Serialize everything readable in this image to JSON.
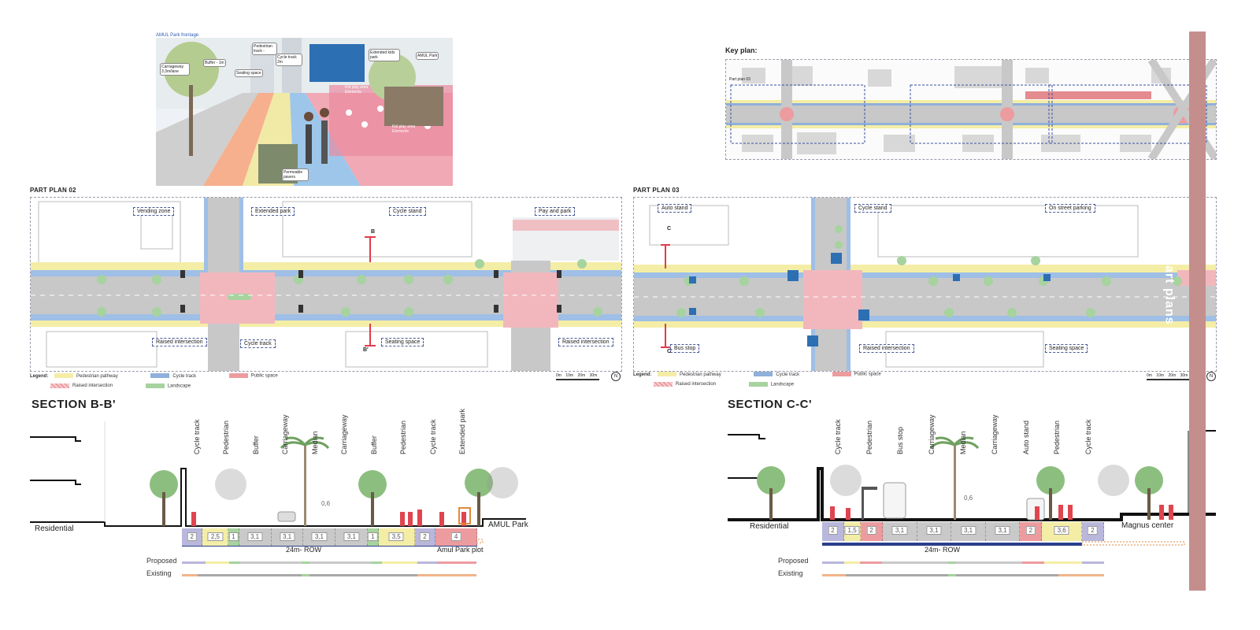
{
  "perspective": {
    "title": "AMUL Park frontage",
    "labels": [
      "Carriageway 3.3m/lane",
      "Buffer - 1m",
      "Seating space",
      "Pedestrian track -",
      "Cycle track 2m",
      "Extended kids park",
      "AMUL Park",
      "Kid play area Elements",
      "Kid play area Elements",
      "Permeable pavers"
    ]
  },
  "keyplan": {
    "title": "Key plan:",
    "subtitle": "Part plan 03"
  },
  "plan02": {
    "title": "PART PLAN 02",
    "tags": {
      "vending": "Vending zone",
      "extended_park": "Extended park",
      "cycle_stand": "Cycle stand",
      "pay_park": "Pay and park",
      "raised1": "Raised intersection",
      "cycle_track": "Cycle track",
      "seating": "Seating space",
      "raised2": "Raised intersection"
    },
    "cut_b": "B",
    "cut_b2": "B'",
    "legend": {
      "title": "Legend:",
      "pedestrian": "Pedestrian pathway",
      "cycle": "Cycle track",
      "public": "Public space",
      "raised": "Raised intersection",
      "landscape": "Landscape"
    },
    "scale": [
      "0m",
      "10m",
      "20m",
      "30m"
    ],
    "north": "N"
  },
  "plan03": {
    "title": "PART PLAN 03",
    "tags": {
      "auto_stand": "Auto stand",
      "cycle_stand": "Cycle stand",
      "street_parking": "On street parking",
      "bus_stop": "Bus stop",
      "raised": "Raised intersection",
      "seating": "Seating space"
    },
    "cut_c": "C",
    "cut_c2": "C'",
    "legend": {
      "title": "Legend:",
      "pedestrian": "Pedestrian pathway",
      "cycle": "Cycle track",
      "public": "Public space",
      "raised": "Raised intersection",
      "landscape": "Landscape"
    },
    "scale": [
      "0m",
      "10m",
      "20m",
      "30m"
    ],
    "north": "N"
  },
  "sectionB": {
    "title": "SECTION B-B'",
    "headers": [
      "Cycle track",
      "Pedestrian",
      "Buffer",
      "Carriageway",
      "Median",
      "Carriageway",
      "Buffer",
      "Pedestrian",
      "Cycle track",
      "Extended park"
    ],
    "left_label": "Residential",
    "right_label": "AMUL Park",
    "median_height": "0,6",
    "segments": [
      {
        "v": "2",
        "c": "#b9b7dc",
        "w": 2
      },
      {
        "v": "2,5",
        "c": "#f4eda6",
        "w": 2.5
      },
      {
        "v": "1",
        "c": "#a6d39e",
        "w": 1
      },
      {
        "v": "3,1",
        "c": "#c9c9c9",
        "w": 3.1
      },
      {
        "v": "3,1",
        "c": "#c9c9c9",
        "w": 3.1
      },
      {
        "v": "3,1",
        "c": "#c9c9c9",
        "w": 3.1
      },
      {
        "v": "3,1",
        "c": "#c9c9c9",
        "w": 3.1
      },
      {
        "v": "1",
        "c": "#a6d39e",
        "w": 1
      },
      {
        "v": "3,5",
        "c": "#f4eda6",
        "w": 3.5
      },
      {
        "v": "2",
        "c": "#b9b7dc",
        "w": 2
      },
      {
        "v": "4",
        "c": "#ec9c9f",
        "w": 4
      }
    ],
    "row_label": "24m- ROW",
    "plot_label": "Amul Park plot",
    "proposed": "Proposed",
    "existing": "Existing"
  },
  "sectionC": {
    "title": "SECTION C-C'",
    "headers": [
      "Cycle track",
      "Pedestrian",
      "Bus stop",
      "Carriageway",
      "Median",
      "Carriageway",
      "Auto stand",
      "Pedestrian",
      "Cycle track"
    ],
    "left_label": "Residential",
    "right_label": "Magnus center",
    "median_height": "0,6",
    "segments": [
      {
        "v": "2",
        "c": "#b9b7dc",
        "w": 2
      },
      {
        "v": "1,5",
        "c": "#f4eda6",
        "w": 1.5
      },
      {
        "v": "2",
        "c": "#ec9c9f",
        "w": 2
      },
      {
        "v": "3,1",
        "c": "#c9c9c9",
        "w": 3.1
      },
      {
        "v": "3,1",
        "c": "#c9c9c9",
        "w": 3.1
      },
      {
        "v": "3,1",
        "c": "#c9c9c9",
        "w": 3.1
      },
      {
        "v": "3,1",
        "c": "#c9c9c9",
        "w": 3.1
      },
      {
        "v": "2",
        "c": "#ec9c9f",
        "w": 2
      },
      {
        "v": "3,6",
        "c": "#f4eda6",
        "w": 3.6
      },
      {
        "v": "2",
        "c": "#b9b7dc",
        "w": 2
      }
    ],
    "row_label": "24m- ROW",
    "proposed": "Proposed",
    "existing": "Existing"
  },
  "sidebar": {
    "label": "Part plans"
  },
  "colors": {
    "accent": "#c48e8c",
    "row_bar": "#2b3f8c",
    "pedestrian": "#f4eda6",
    "cycle": "#8fb0da",
    "public": "#ec9c9f",
    "landscape": "#a6d39e"
  }
}
